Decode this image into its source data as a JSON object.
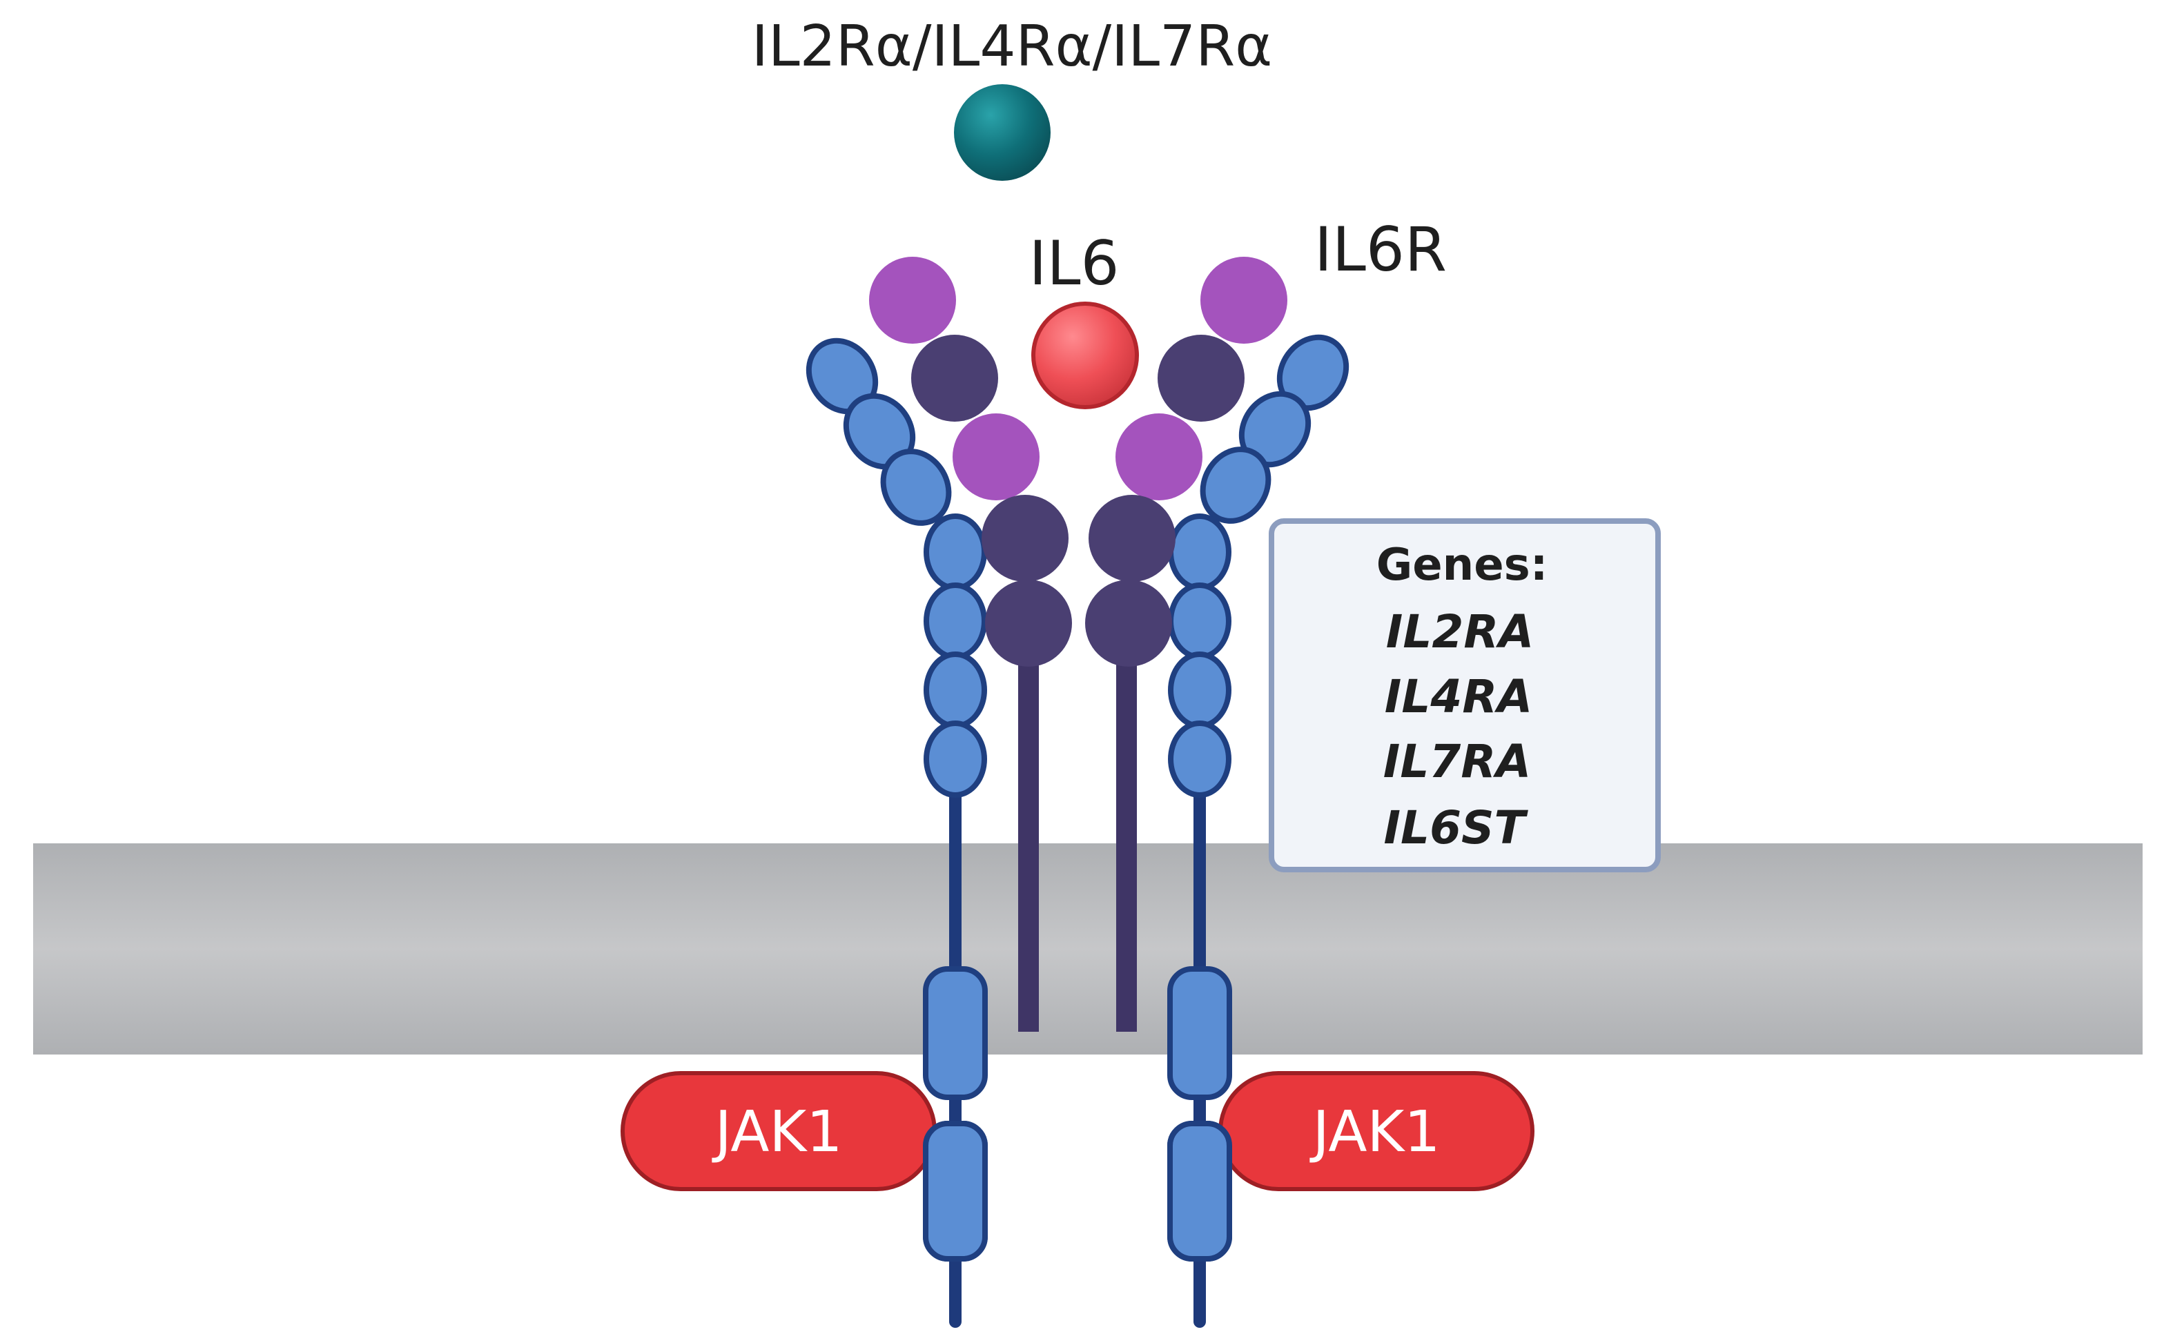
{
  "labels": {
    "ligand_top": "IL2Rα/IL4Rα/IL7Rα",
    "il6": "IL6",
    "il6r": "IL6R",
    "jak_left": "JAK1",
    "jak_right": "JAK1"
  },
  "genes_box": {
    "title": "Genes:",
    "items": [
      "IL2RA",
      "IL4RA",
      "IL7RA",
      "IL6ST"
    ]
  },
  "colors": {
    "membrane": "#bdbec0",
    "receptor_blue": "#5b8ed4",
    "receptor_outline": "#1f3f80",
    "receptor_stem": "#1e3a7b",
    "il6r_dark": "#4a3f72",
    "il6r_purple": "#a453bd",
    "il6_red": "#ef4f56",
    "ligand_teal": "#0f6f78",
    "jak_red": "#e8373c",
    "genes_box_fill": "#f1f4f9",
    "genes_box_stroke": "#8c9dbf"
  }
}
